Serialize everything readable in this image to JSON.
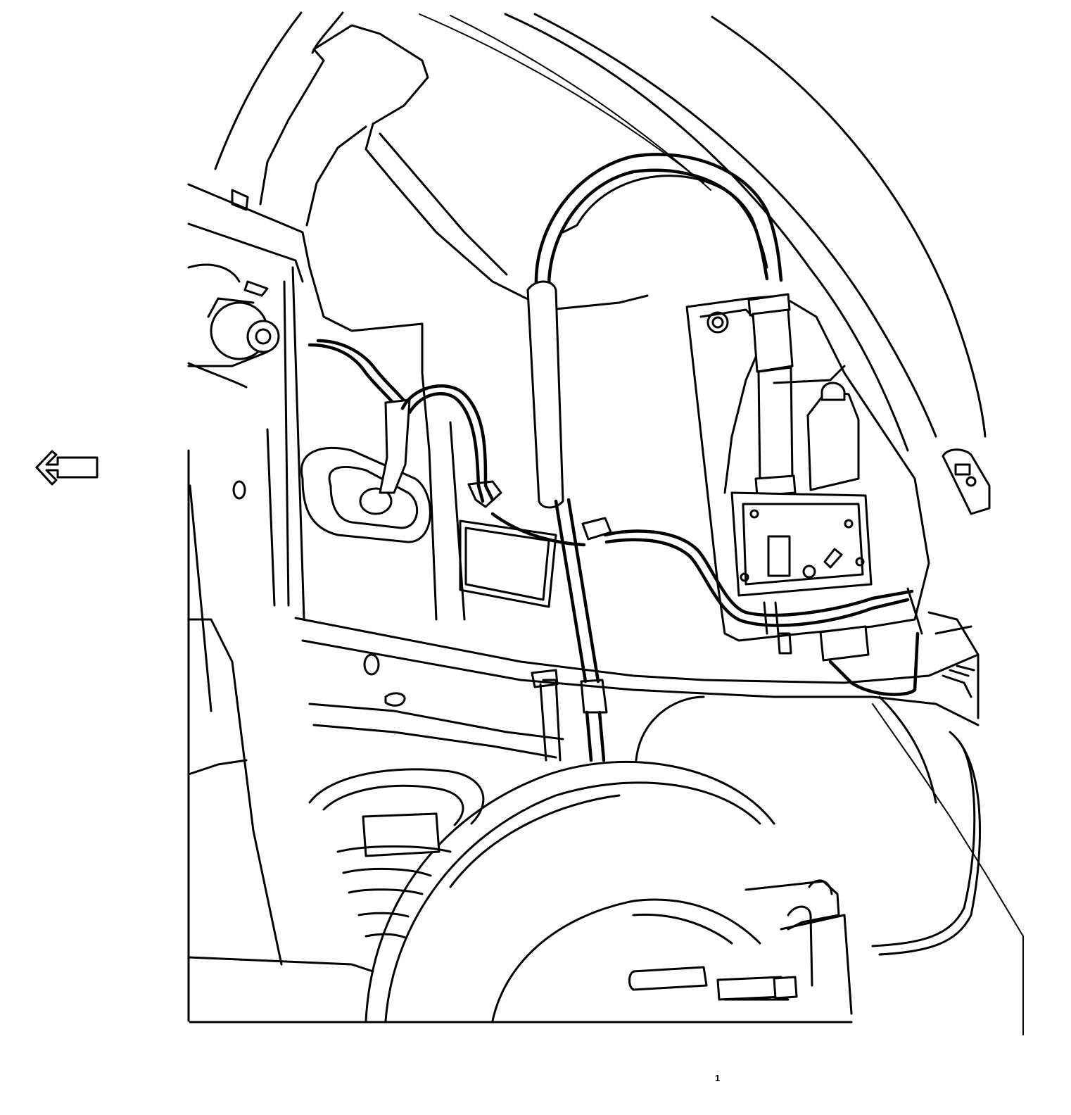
{
  "callouts": [
    {
      "id": "1",
      "label": "1"
    }
  ],
  "direction_arrow": {
    "icon": "arrow-left-icon",
    "meaning": "front-of-vehicle"
  }
}
